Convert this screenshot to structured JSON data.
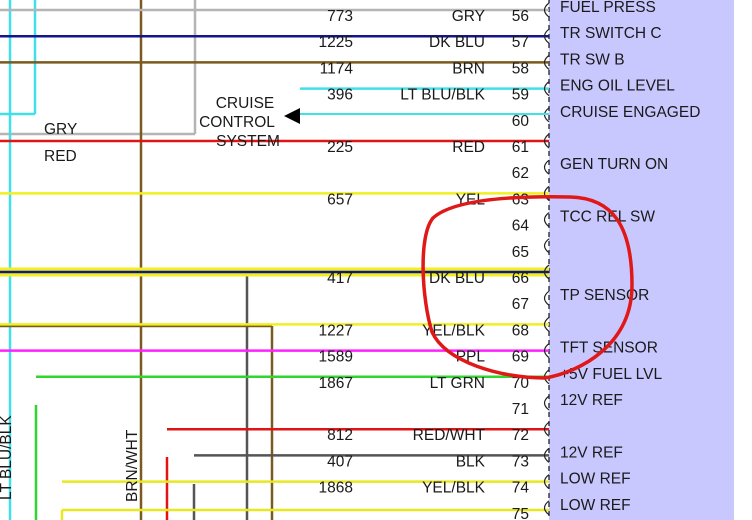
{
  "connector": {
    "fill_color": "#c8c8ff",
    "rows": [
      {
        "pin": "56",
        "circuit": "773",
        "color": "GRY",
        "function": "FUEL PRESS",
        "wire_color": "#b4b4b4"
      },
      {
        "pin": "57",
        "circuit": "1225",
        "color": "DK BLU",
        "function": "TR SWITCH C",
        "wire_color": "#14148c"
      },
      {
        "pin": "58",
        "circuit": "1174",
        "color": "BRN",
        "function": "TR SW B",
        "wire_color": "#7a5a1e"
      },
      {
        "pin": "59",
        "circuit": "396",
        "color": "LT BLU/BLK",
        "function": "ENG OIL LEVEL",
        "wire_color": "#40e0e8"
      },
      {
        "pin": "60",
        "circuit": "",
        "color": "",
        "function": "CRUISE ENGAGED",
        "wire_color": ""
      },
      {
        "pin": "61",
        "circuit": "225",
        "color": "RED",
        "function": "",
        "wire_color": "#e01414"
      },
      {
        "pin": "62",
        "circuit": "",
        "color": "",
        "function": "GEN TURN ON",
        "wire_color": ""
      },
      {
        "pin": "63",
        "circuit": "657",
        "color": "YEL",
        "function": "",
        "wire_color": "#f0f020"
      },
      {
        "pin": "64",
        "circuit": "",
        "color": "",
        "function": "TCC REL SW",
        "wire_color": ""
      },
      {
        "pin": "65",
        "circuit": "",
        "color": "",
        "function": "",
        "wire_color": ""
      },
      {
        "pin": "66",
        "circuit": "417",
        "color": "DK BLU",
        "function": "",
        "wire_color": "#14148c"
      },
      {
        "pin": "67",
        "circuit": "",
        "color": "",
        "function": "TP SENSOR",
        "wire_color": ""
      },
      {
        "pin": "68",
        "circuit": "1227",
        "color": "YEL/BLK",
        "function": "",
        "wire_color": "#f0f020"
      },
      {
        "pin": "69",
        "circuit": "1589",
        "color": "PPL",
        "function": "TFT SENSOR",
        "wire_color": "#ff22ff"
      },
      {
        "pin": "70",
        "circuit": "1867",
        "color": "LT GRN",
        "function": "+5V FUEL LVL",
        "wire_color": "#2ed62e"
      },
      {
        "pin": "71",
        "circuit": "",
        "color": "",
        "function": "12V REF",
        "wire_color": ""
      },
      {
        "pin": "72",
        "circuit": "812",
        "color": "RED/WHT",
        "function": "",
        "wire_color": "#e01414"
      },
      {
        "pin": "73",
        "circuit": "407",
        "color": "BLK",
        "function": "12V REF",
        "wire_color": "#555555"
      },
      {
        "pin": "74",
        "circuit": "1868",
        "color": "YEL/BLK",
        "function": "LOW REF",
        "wire_color": "#e8e820"
      },
      {
        "pin": "75",
        "circuit": "",
        "color": "",
        "function": "LOW REF",
        "wire_color": ""
      }
    ]
  },
  "left_labels": {
    "gry": "GRY",
    "red": "RED",
    "brn_wht": "BRN/WHT",
    "lt_blu_blk": "LT BLU/BLK"
  },
  "cruise_control": {
    "line1": "CRUISE",
    "line2": "CONTROL",
    "line3": "SYSTEM"
  },
  "annotation": {
    "type": "hand-drawn circle",
    "color": "#e01818"
  }
}
